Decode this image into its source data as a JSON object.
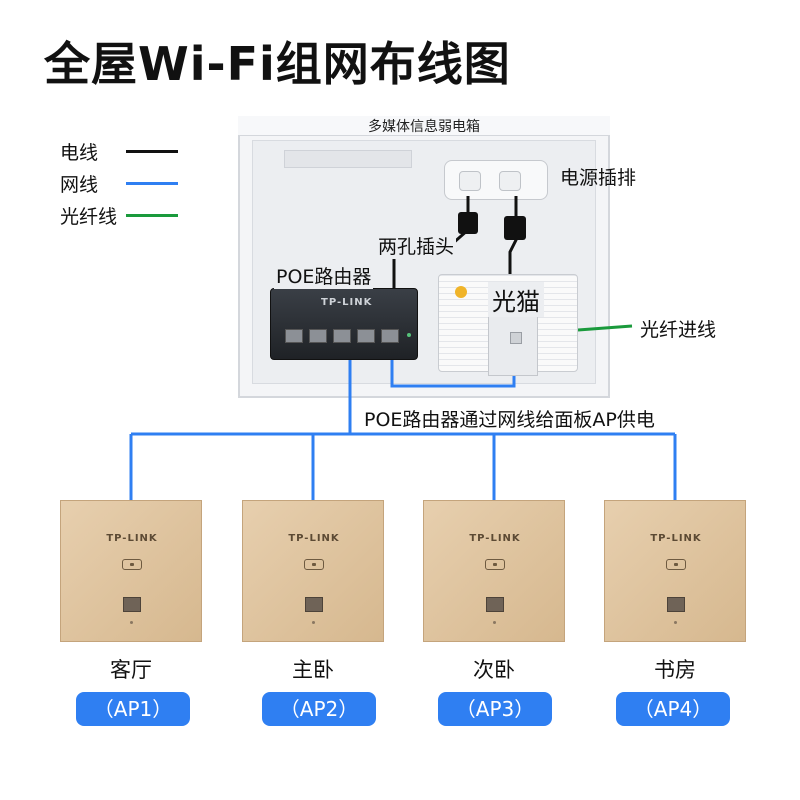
{
  "title": "全屋Wi-Fi组网布线图",
  "legend": [
    {
      "label": "电线",
      "color": "#111111"
    },
    {
      "label": "网线",
      "color": "#2f7ff2"
    },
    {
      "label": "光纤线",
      "color": "#1a9a3c"
    }
  ],
  "cabinet": {
    "label": "多媒体信息弱电箱"
  },
  "labels": {
    "power_strip": "电源插排",
    "two_pin_plug": "两孔插头",
    "poe_router": "POE路由器",
    "modem": "光猫",
    "fiber_in": "光纤进线",
    "poe_note": "POE路由器通过网线给面板AP供电"
  },
  "devices": {
    "router_brand": "TP-LINK",
    "panel_brand": "TP-LINK"
  },
  "access_points": [
    {
      "room": "客厅",
      "tag": "（AP1）"
    },
    {
      "room": "主卧",
      "tag": "（AP2）"
    },
    {
      "room": "次卧",
      "tag": "（AP3）"
    },
    {
      "room": "书房",
      "tag": "（AP4）"
    }
  ]
}
